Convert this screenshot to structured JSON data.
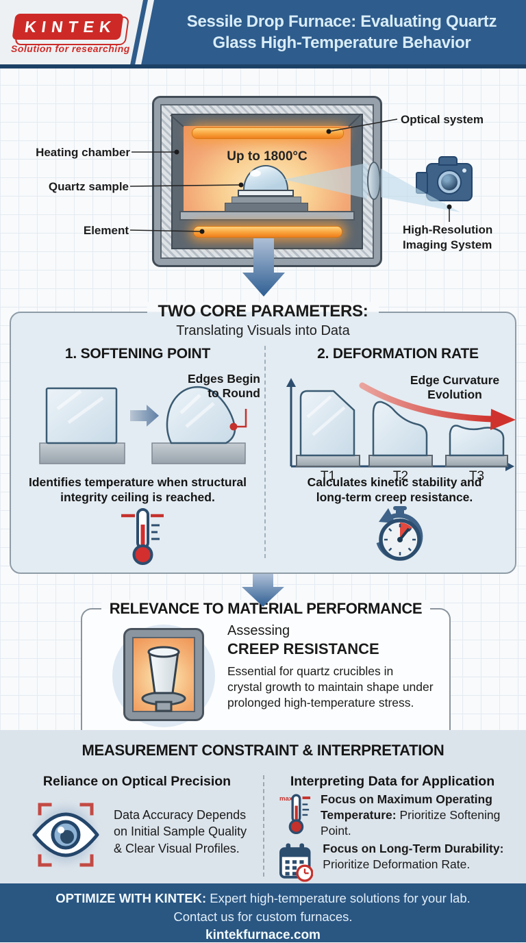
{
  "header": {
    "logo": {
      "text": "KINTEK",
      "tagline": "Solution for researching"
    },
    "title": "Sessile Drop Furnace: Evaluating Quartz\nGlass High-Temperature Behavior"
  },
  "furnace_diagram": {
    "temperature": "Up to 1800°C",
    "label_heating_chamber": "Heating chamber",
    "label_quartz_sample": "Quartz sample",
    "label_element": "Element",
    "label_optical_system": "Optical system",
    "label_imaging_system": "High-Resolution\nImaging System"
  },
  "core_parameters": {
    "title": "TWO CORE PARAMETERS:",
    "subtitle": "Translating Visuals into Data",
    "softening_point": {
      "heading": "1. SOFTENING POINT",
      "annotation": "Edges Begin\nto Round",
      "description": "Identifies temperature when structural\nintegrity ceiling is reached."
    },
    "deformation_rate": {
      "heading": "2. DEFORMATION RATE",
      "annotation": "Edge Curvature\nEvolution",
      "time_labels": [
        "T1",
        "T2",
        "T3"
      ],
      "description": "Calculates kinetic stability and\nlong-term creep resistance."
    }
  },
  "relevance": {
    "title": "RELEVANCE TO MATERIAL PERFORMANCE",
    "heading_prefix": "Assessing",
    "heading_main": "CREEP RESISTANCE",
    "description": "Essential for quartz crucibles in\ncrystal growth to maintain shape under\nprolonged high-temperature stress."
  },
  "measurement": {
    "title": "MEASUREMENT CONSTRAINT & INTERPRETATION",
    "optical_precision": {
      "heading": "Reliance on Optical Precision",
      "description": "Data Accuracy Depends\non Initial Sample Quality\n& Clear Visual Profiles."
    },
    "interpreting_data": {
      "heading": "Interpreting Data for Application",
      "item1": {
        "icon_label": "max",
        "bold": "Focus on Maximum Operating Temperature:",
        "rest": "Prioritize Softening Point."
      },
      "item2": {
        "bold": "Focus on Long-Term Durability:",
        "rest": "Prioritize Deformation Rate."
      }
    }
  },
  "footer": {
    "cta_bold": "OPTIMIZE WITH KINTEK:",
    "cta_rest": "Expert high-temperature solutions for your lab.",
    "line2": "Contact us for custom furnaces.",
    "website": "kintekfurnace.com"
  },
  "colors": {
    "header_blue": "#2e5c8c",
    "footer_blue": "#2a5682",
    "accent_red": "#cd2a27",
    "navy": "#2c4d6e",
    "panel_bg": "#e3ecf2",
    "heat_orange": "#f9a33c"
  }
}
